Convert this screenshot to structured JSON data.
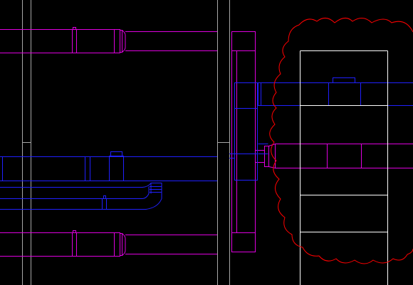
{
  "drawing": {
    "background": "#000000",
    "colors": {
      "column_lines": "#a8a8a8",
      "magenta_duct": "#e000e0",
      "blue_duct": "#2020ff",
      "revision_cloud": "#ff0000",
      "white_shaft": "#ffffff"
    },
    "layers": [
      {
        "name": "column-grid-line",
        "color_key": "column_lines"
      },
      {
        "name": "magenta-duct",
        "color_key": "magenta_duct"
      },
      {
        "name": "blue-duct",
        "color_key": "blue_duct"
      },
      {
        "name": "revision-cloud",
        "color_key": "revision_cloud"
      },
      {
        "name": "white-shaft",
        "color_key": "white_shaft"
      }
    ]
  }
}
